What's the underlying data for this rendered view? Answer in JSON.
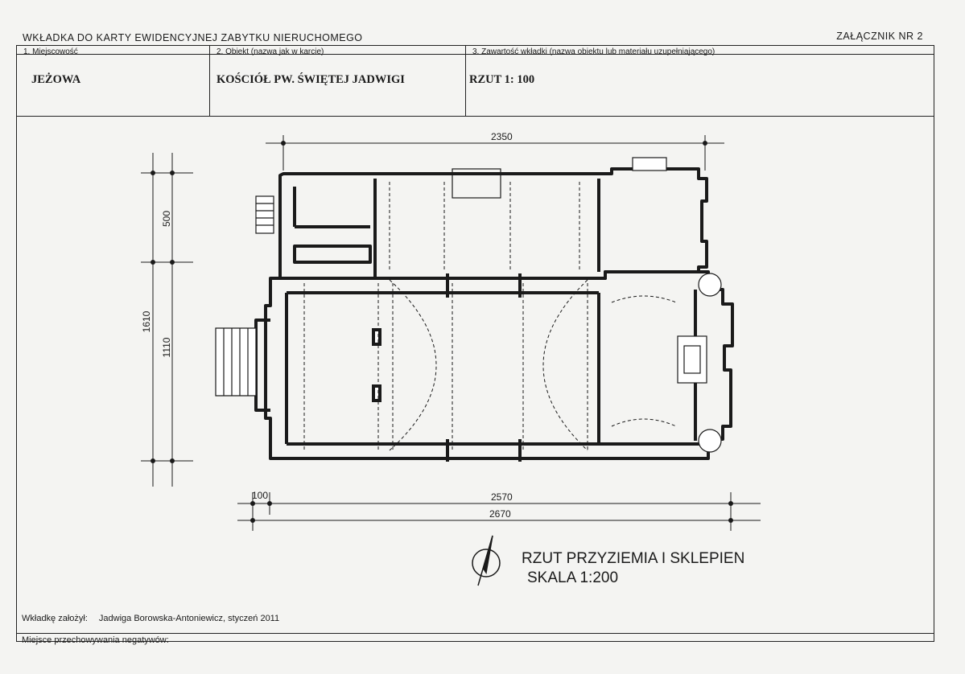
{
  "header": {
    "form_title": "WKŁADKA DO KARTY EWIDENCYJNEJ ZABYTKU NIERUCHOMEGO",
    "annex": "ZAŁĄCZNIK NR 2"
  },
  "fields": [
    {
      "label": "1. Miejscowość",
      "value": "JEŻOWA"
    },
    {
      "label": "2. Obiekt (nazwa jak w karcie)",
      "value": "KOŚCIÓŁ PW. ŚWIĘTEJ JADWIGI"
    },
    {
      "label": "3. Zawartość wkładki (nazwa obiektu lub materiału uzupełniającego)",
      "value": "RZUT  1: 100"
    },
    {
      "label": "",
      "value": ""
    }
  ],
  "drawing": {
    "dim_top": "2350",
    "dim_left_total": "1610",
    "dim_left_upper": "500",
    "dim_left_lower": "1110",
    "dim_bottom_small": "100",
    "dim_bottom_inner": "2570",
    "dim_bottom_total": "2670",
    "plan_title": "RZUT PRZYZIEMIA I SKLEPIEN",
    "plan_scale": "SKALA 1:200"
  },
  "footer": {
    "author_label": "Wkładkę założył:",
    "author_value": "Jadwiga Borowska-Antoniewicz, styczeń  2011",
    "storage_label": "Miejsce przechowywania negatywów:",
    "storage_value": ""
  }
}
